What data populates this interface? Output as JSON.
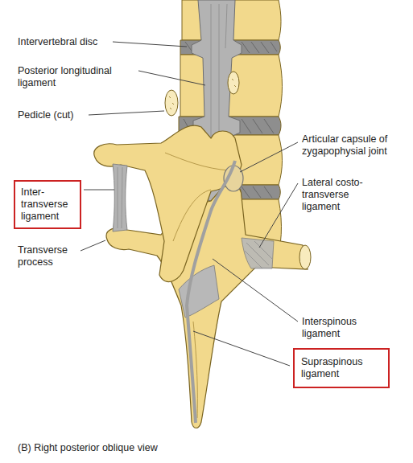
{
  "diagram": {
    "caption": "(B) Right posterior oblique view",
    "nodes": [
      {
        "text": [
          "Inter- transverse ligament"
        ]
      },
      {
        "text": [
          "Supraspinous ligament"
        ]
      }
    ],
    "labels": [
      "Intervertebral disc",
      "Posterior longitudinal ligament",
      "Pedicle (cut)",
      "Articular capsule of zygapophysial joint",
      "Lateral costo- transverse ligament",
      "Transverse process",
      "Interspinous ligament"
    ]
  }
}
